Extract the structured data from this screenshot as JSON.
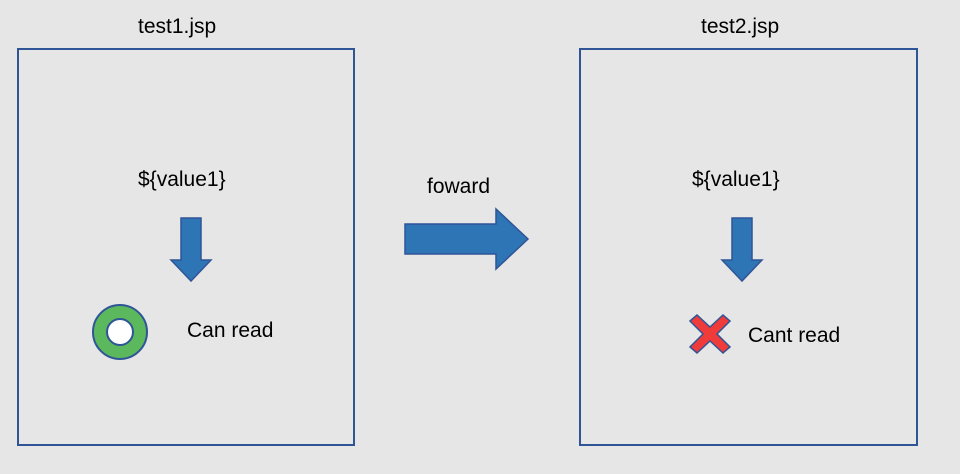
{
  "diagram": {
    "left_panel": {
      "title": "test1.jsp",
      "expression": "${value1}",
      "result_label": "Can read",
      "result_icon": "green-ring-icon"
    },
    "right_panel": {
      "title": "test2.jsp",
      "expression": "${value1}",
      "result_label": "Cant read",
      "result_icon": "red-x-icon"
    },
    "transition": {
      "label": "foward"
    }
  },
  "colors": {
    "background": "#e6e6e6",
    "panel_border": "#2f5597",
    "arrow_fill": "#2e75b6",
    "arrow_stroke": "#2f5597",
    "ok_ring": "#5cb85c",
    "error_x": "#ef3b39"
  }
}
